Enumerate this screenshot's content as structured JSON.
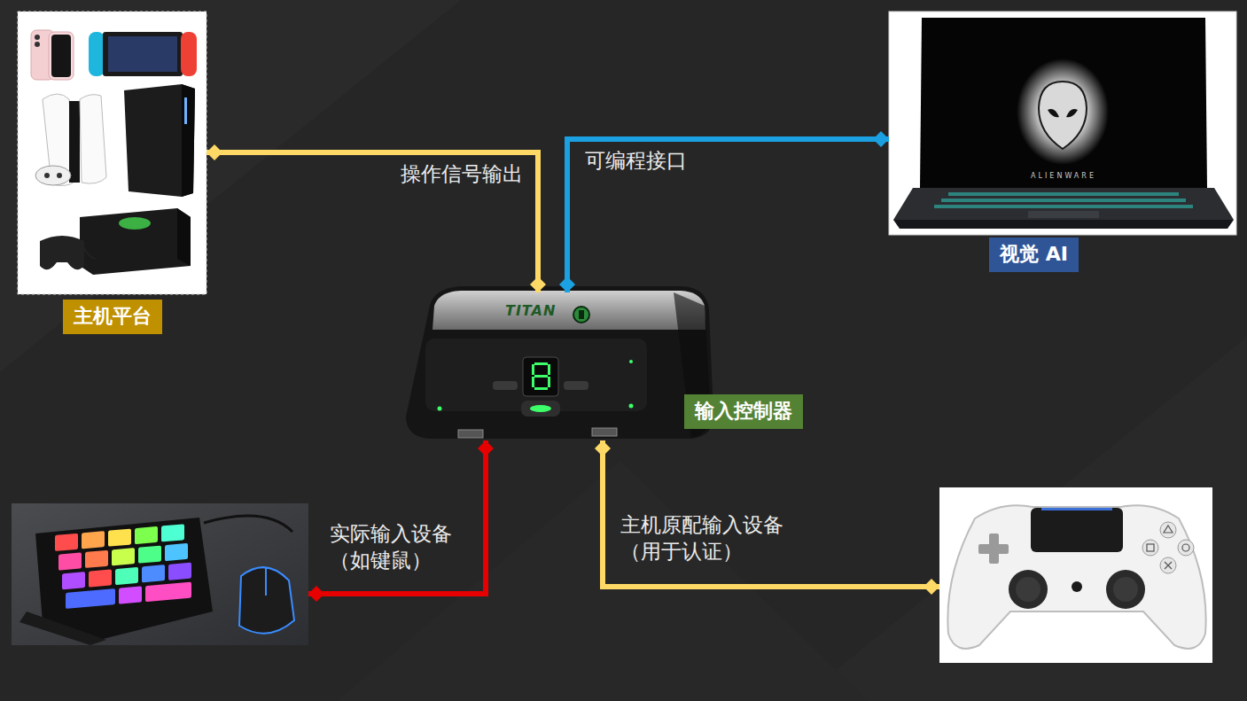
{
  "diagram": {
    "nodes": [
      {
        "text": [
          "主机平台"
        ]
      },
      {
        "text": [
          "视觉 AI"
        ]
      },
      {
        "text": [
          "输入控制器"
        ]
      },
      {
        "text": []
      },
      {
        "text": []
      }
    ],
    "edges": [
      {
        "from": 2,
        "to": 0,
        "arrow": "both",
        "label": "操作信号输出"
      },
      {
        "from": 2,
        "to": 1,
        "arrow": "both",
        "label": "可编程接口"
      },
      {
        "from": 3,
        "to": 2,
        "arrow": "both",
        "label": "实际输入设备 （如键鼠）"
      },
      {
        "from": 4,
        "to": 2,
        "arrow": "both",
        "label": "主机原配输入设备 （用于认证）"
      }
    ],
    "labels": [
      "ALIENWARE",
      "TITAN"
    ]
  }
}
